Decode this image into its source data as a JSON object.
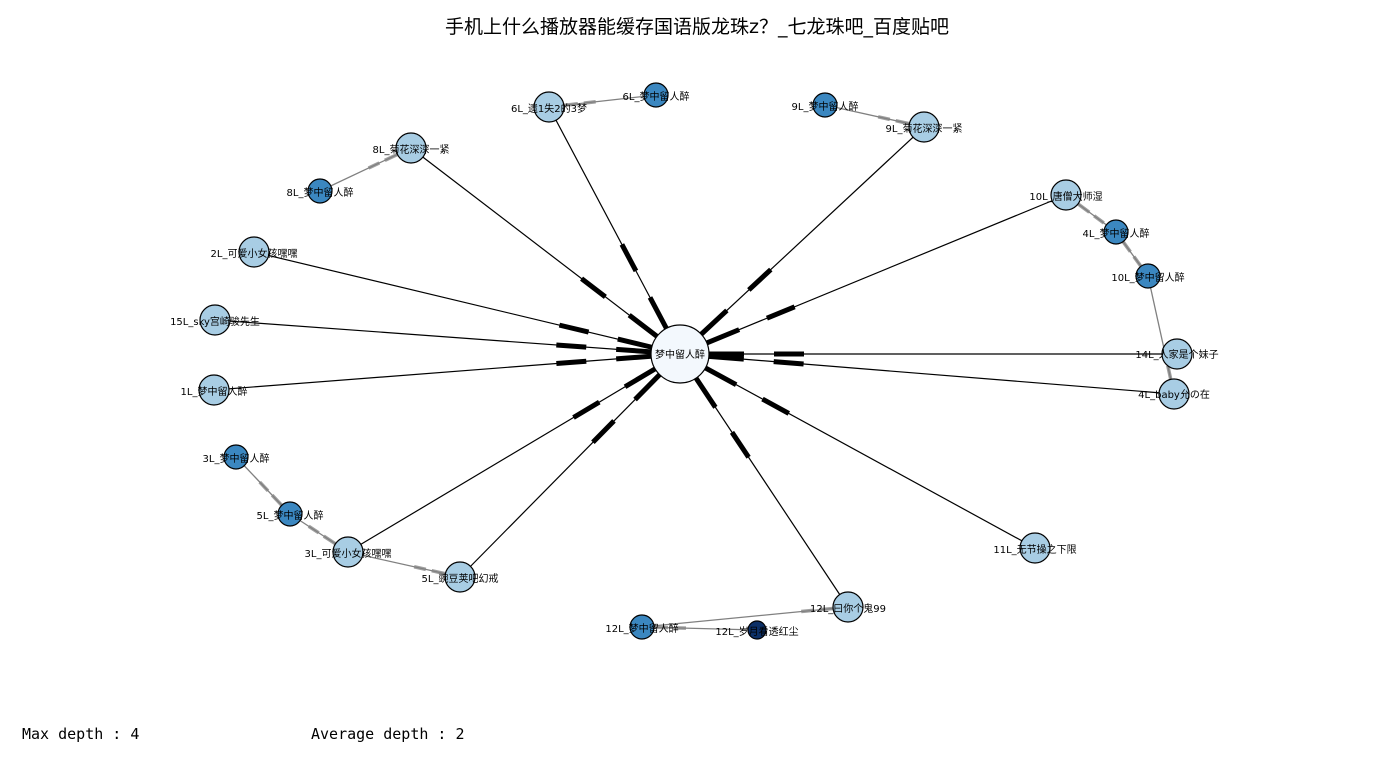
{
  "title": "手机上什么播放器能缓存国语版龙珠z？_七龙珠吧_百度贴吧",
  "stats": {
    "max_depth": "Max depth : 4",
    "average_depth": "Average depth : 2"
  },
  "colors": {
    "depth0": "#f3f8fd",
    "depth1": "#a8cde4",
    "depth2": "#3b87c0",
    "depth3": "#3b87c0",
    "depth4": "#0c3067",
    "edge_root": "#000000",
    "edge_reply": "#808080",
    "node_stroke": "#000000"
  },
  "graph": {
    "nodes": [
      {
        "id": "root",
        "label": "梦中留人醉",
        "depth": 0
      },
      {
        "id": "n6a",
        "label": "6L_遗1失2的3梦",
        "depth": 1
      },
      {
        "id": "n6b",
        "label": "6L_梦中留人醉",
        "depth": 2
      },
      {
        "id": "n9a",
        "label": "9L_梦中留人醉",
        "depth": 2
      },
      {
        "id": "n9b",
        "label": "9L_菊花深深一紧",
        "depth": 1
      },
      {
        "id": "n8a",
        "label": "8L_菊花深深一紧",
        "depth": 1
      },
      {
        "id": "n8b",
        "label": "8L_梦中留人醉",
        "depth": 2
      },
      {
        "id": "n10a",
        "label": "10L_唐僧大师湿",
        "depth": 1
      },
      {
        "id": "n4b",
        "label": "4L_梦中留人醉",
        "depth": 2
      },
      {
        "id": "n10b",
        "label": "10L_梦中留人醉",
        "depth": 3
      },
      {
        "id": "n2",
        "label": "2L_可爱小女孩嘿嘿",
        "depth": 1
      },
      {
        "id": "n15",
        "label": "15L_sky宫崎骏先生",
        "depth": 1
      },
      {
        "id": "n14",
        "label": "14L_人家是个妹子",
        "depth": 1
      },
      {
        "id": "n4a",
        "label": "4L_baby允の在",
        "depth": 1
      },
      {
        "id": "n1",
        "label": "1L_梦中留人醉",
        "depth": 1
      },
      {
        "id": "n3b",
        "label": "3L_梦中留人醉",
        "depth": 3
      },
      {
        "id": "n5b",
        "label": "5L_梦中留人醉",
        "depth": 2
      },
      {
        "id": "n3a",
        "label": "3L_可爱小女孩嘿嘿",
        "depth": 1
      },
      {
        "id": "n5a",
        "label": "5L_豌豆荚吧幻戒",
        "depth": 1
      },
      {
        "id": "n11",
        "label": "11L_无节操之下限",
        "depth": 1
      },
      {
        "id": "n12a",
        "label": "12L_曰你个鬼99",
        "depth": 1
      },
      {
        "id": "n12b",
        "label": "12L_梦中留人醉",
        "depth": 2
      },
      {
        "id": "n12c",
        "label": "12L_岁月看透红尘",
        "depth": 4
      }
    ],
    "edges": [
      {
        "source": "n6a",
        "target": "root",
        "kind": "root"
      },
      {
        "source": "n9b",
        "target": "root",
        "kind": "root"
      },
      {
        "source": "n8a",
        "target": "root",
        "kind": "root"
      },
      {
        "source": "n10a",
        "target": "root",
        "kind": "root"
      },
      {
        "source": "n2",
        "target": "root",
        "kind": "root"
      },
      {
        "source": "n15",
        "target": "root",
        "kind": "root"
      },
      {
        "source": "n14",
        "target": "root",
        "kind": "root"
      },
      {
        "source": "n4a",
        "target": "root",
        "kind": "root"
      },
      {
        "source": "n1",
        "target": "root",
        "kind": "root"
      },
      {
        "source": "n3a",
        "target": "root",
        "kind": "root"
      },
      {
        "source": "n5a",
        "target": "root",
        "kind": "root"
      },
      {
        "source": "n11",
        "target": "root",
        "kind": "root"
      },
      {
        "source": "n12a",
        "target": "root",
        "kind": "root"
      },
      {
        "source": "n6b",
        "target": "n6a",
        "kind": "reply"
      },
      {
        "source": "n9a",
        "target": "n9b",
        "kind": "reply"
      },
      {
        "source": "n8b",
        "target": "n8a",
        "kind": "reply"
      },
      {
        "source": "n4b",
        "target": "n10a",
        "kind": "reply"
      },
      {
        "source": "n10b",
        "target": "n4b",
        "kind": "reply"
      },
      {
        "source": "n10b",
        "target": "n4a",
        "kind": "reply"
      },
      {
        "source": "n3b",
        "target": "n5b",
        "kind": "reply"
      },
      {
        "source": "n5b",
        "target": "n3a",
        "kind": "reply"
      },
      {
        "source": "n3a",
        "target": "n5a",
        "kind": "reply"
      },
      {
        "source": "n12b",
        "target": "n12a",
        "kind": "reply"
      },
      {
        "source": "n12c",
        "target": "n12b",
        "kind": "reply"
      }
    ]
  }
}
